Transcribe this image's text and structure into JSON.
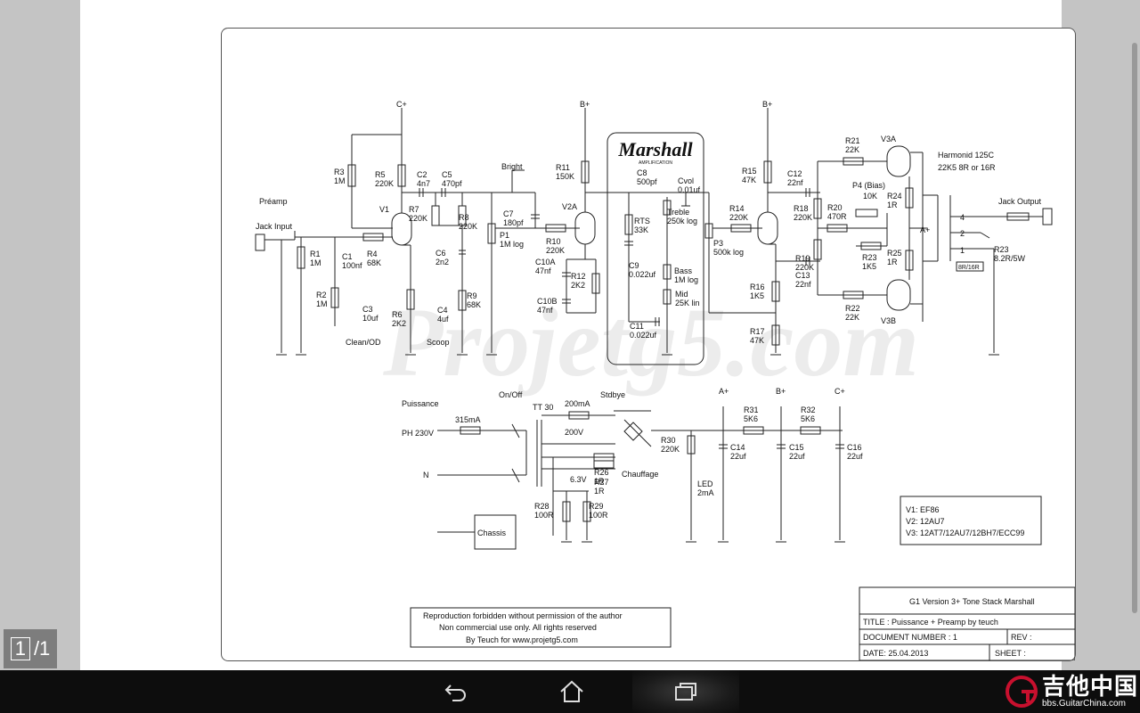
{
  "viewer": {
    "page_current": "1",
    "page_total": "/1"
  },
  "schematic": {
    "watermark": "Projetg5.com",
    "brand": "Marshall",
    "brand_sub": "AMPLIFICATION",
    "labels": {
      "preamp": "Préamp",
      "jack_input": "Jack Input",
      "jack_output": "Jack Output",
      "puissance": "Puissance",
      "ph": "PH 230V",
      "n": "N",
      "chassis": "Chassis",
      "chauffage": "Chauffage",
      "tt30": "TT 30",
      "onoff": "On/Off",
      "stdbye": "Stdbye",
      "bright": "Bright",
      "clean_od": "Clean/OD",
      "scoop": "Scoop",
      "harmonic": "Harmonid 125C",
      "harmonic2": "22K5 8R or 16R",
      "sel8r16r": "8R/16R",
      "cplus": "C+",
      "bplus": "B+",
      "aplus": "A+",
      "v1": "V1",
      "v2a": "V2A",
      "v3a": "V3A",
      "v3b": "V3B",
      "fuse": "315mA",
      "fuse2": "200mA",
      "v200": "200V",
      "v63": "6.3V",
      "led": "LED",
      "led2": "2mA",
      "p4": "P4 (Bias)",
      "p4v": "10K",
      "pin4": "4",
      "pin2": "2",
      "pin1": "1"
    },
    "components": [
      {
        "n": "R3",
        "v": "1M"
      },
      {
        "n": "R5",
        "v": "220K"
      },
      {
        "n": "C2",
        "v": "4n7"
      },
      {
        "n": "C5",
        "v": "470pf"
      },
      {
        "n": "R7",
        "v": "220K"
      },
      {
        "n": "R8",
        "v": "220K"
      },
      {
        "n": "R1",
        "v": "1M"
      },
      {
        "n": "C1",
        "v": "100nf"
      },
      {
        "n": "R4",
        "v": "68K"
      },
      {
        "n": "R2",
        "v": "1M"
      },
      {
        "n": "C3",
        "v": "10uf"
      },
      {
        "n": "R6",
        "v": "2K2"
      },
      {
        "n": "C4",
        "v": "4uf"
      },
      {
        "n": "C6",
        "v": "2n2"
      },
      {
        "n": "R9",
        "v": "68K"
      },
      {
        "n": "P1",
        "v": "1M log"
      },
      {
        "n": "C7",
        "v": "180pf"
      },
      {
        "n": "R11",
        "v": "150K"
      },
      {
        "n": "R10",
        "v": "220K"
      },
      {
        "n": "C10A",
        "v": "47nf"
      },
      {
        "n": "R12",
        "v": "2K2"
      },
      {
        "n": "C10B",
        "v": "47nf"
      },
      {
        "n": "C8",
        "v": "500pf"
      },
      {
        "n": "Cvol",
        "v": "0.01uf"
      },
      {
        "n": "RTS",
        "v": "33K"
      },
      {
        "n": "Treble",
        "v": "250k log"
      },
      {
        "n": "C9",
        "v": "0.022uf"
      },
      {
        "n": "Bass",
        "v": "1M log"
      },
      {
        "n": "Mid",
        "v": "25K lin"
      },
      {
        "n": "C11",
        "v": "0.022uf"
      },
      {
        "n": "R14",
        "v": "220K"
      },
      {
        "n": "P3",
        "v": "500k log"
      },
      {
        "n": "R15",
        "v": "47K"
      },
      {
        "n": "C12",
        "v": "22nf"
      },
      {
        "n": "R18",
        "v": "220K"
      },
      {
        "n": "R16",
        "v": "1K5"
      },
      {
        "n": "C13",
        "v": "22nf"
      },
      {
        "n": "R17",
        "v": "47K"
      },
      {
        "n": "R19",
        "v": "220K"
      },
      {
        "n": "R21",
        "v": "22K"
      },
      {
        "n": "R20",
        "v": "470R"
      },
      {
        "n": "R24",
        "v": "1R"
      },
      {
        "n": "R23",
        "v": "1K5"
      },
      {
        "n": "R25",
        "v": "1R"
      },
      {
        "n": "R22",
        "v": "22K"
      },
      {
        "n": "R23b",
        "v": "8.2R/5W"
      },
      {
        "n": "R30",
        "v": "220K"
      },
      {
        "n": "R31",
        "v": "5K6"
      },
      {
        "n": "R32",
        "v": "5K6"
      },
      {
        "n": "C14",
        "v": "22uf"
      },
      {
        "n": "C15",
        "v": "22uf"
      },
      {
        "n": "C16",
        "v": "22uf"
      },
      {
        "n": "R26",
        "v": "1R"
      },
      {
        "n": "R27",
        "v": "1R"
      },
      {
        "n": "R28",
        "v": "100R"
      },
      {
        "n": "R29",
        "v": "100R"
      }
    ],
    "tubes_box": [
      "V1: EF86",
      "V2: 12AU7",
      "V3: 12AT7/12AU7/12BH7/ECC99"
    ],
    "notice": [
      "Reproduction forbidden without permission of the author",
      "Non commercial use only. All rights reserved",
      "By Teuch for www.projetg5.com"
    ],
    "title_block": {
      "heading": "G1 Version 3+ Tone Stack Marshall",
      "title": "TITLE : Puissance + Preamp by teuch",
      "doc_number": "DOCUMENT NUMBER :  1",
      "rev": "REV :",
      "date": "DATE: 25.04.2013",
      "sheet": "SHEET :"
    }
  },
  "navbar": {
    "back_icon": "back-icon",
    "home_icon": "home-icon",
    "recent_icon": "recent-apps-icon"
  },
  "brand_watermark": {
    "cn_text": "吉他中国",
    "url": "bbs.GuitarChina.com",
    "color": "#c8102e"
  }
}
